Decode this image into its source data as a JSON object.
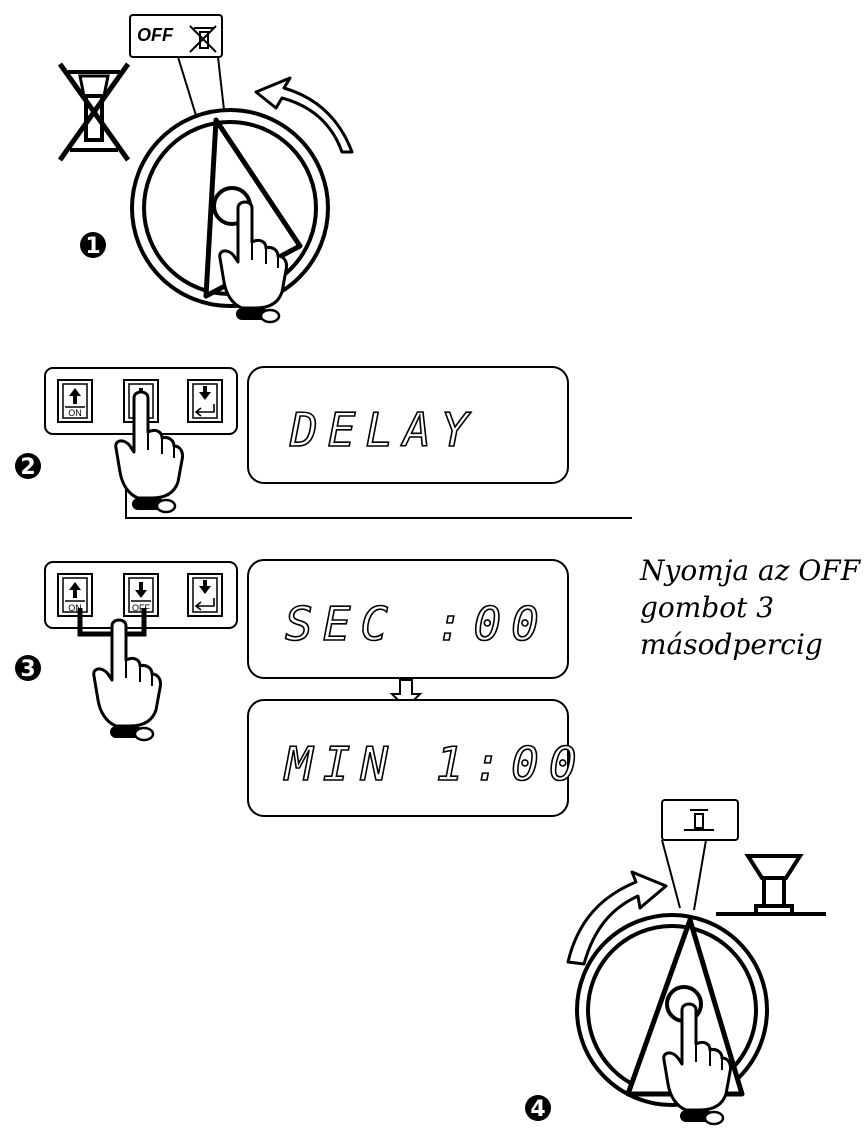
{
  "dial_off_label": "OFF",
  "lcd_screens": {
    "step2": "DELAY",
    "step3_top": "SEC :00",
    "step3_bottom": "MIN 1:00"
  },
  "keypad": {
    "on_label": "ON",
    "off_label": "OFF"
  },
  "callout_note": "Nyomja az OFF\ngombot 3\nmásodpercig",
  "steps": [
    "1",
    "2",
    "3",
    "4"
  ]
}
